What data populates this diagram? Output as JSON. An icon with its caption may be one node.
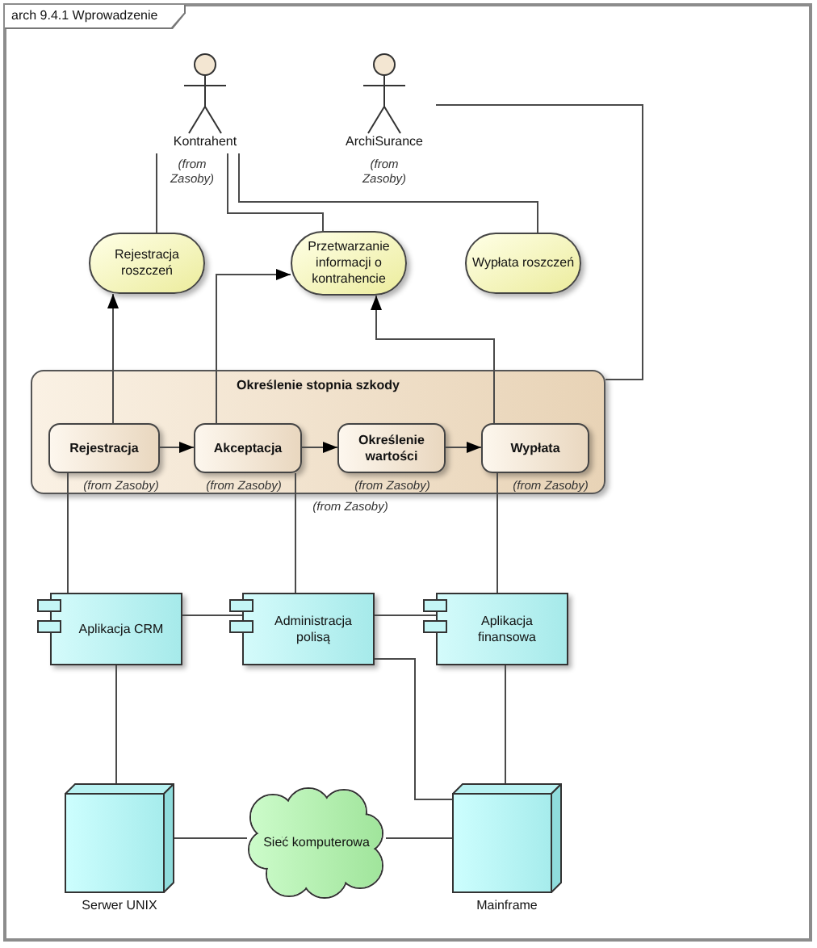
{
  "diagram": {
    "title": "arch 9.4.1 Wprowadzenie",
    "nodes": [
      {
        "text": [
          "Kontrahent"
        ],
        "beside": [
          "(from Zasoby)"
        ]
      },
      {
        "text": [
          "ArchiSurance"
        ],
        "beside": [
          "(from Zasoby)"
        ]
      },
      {
        "text": [
          "Rejestracja roszczeń"
        ]
      },
      {
        "text": [
          "Przetwarzanie informacji o kontrahencie"
        ]
      },
      {
        "text": [
          "Wypłata roszczeń"
        ]
      },
      {
        "text": [
          "Określenie stopnia szkody"
        ],
        "beside": [
          "(from Zasoby)"
        ]
      },
      {
        "text": [
          "Rejestracja"
        ],
        "in": 5,
        "beside": [
          "(from Zasoby)"
        ]
      },
      {
        "text": [
          "Akceptacja"
        ],
        "in": 5,
        "beside": [
          "(from Zasoby)"
        ]
      },
      {
        "text": [
          "Określenie wartości"
        ],
        "in": 5,
        "beside": [
          "(from Zasoby)"
        ]
      },
      {
        "text": [
          "Wypłata"
        ],
        "in": 5,
        "beside": [
          "(from Zasoby)"
        ]
      },
      {
        "text": [
          "Aplikacja CRM"
        ]
      },
      {
        "text": [
          "Administracja polisą"
        ]
      },
      {
        "text": [
          "Aplikacja finansowa"
        ]
      },
      {
        "text": [
          "Serwer UNIX"
        ]
      },
      {
        "text": [
          "Sieć komputerowa"
        ]
      },
      {
        "text": [
          "Mainframe"
        ]
      }
    ],
    "edges": [
      {
        "from": 0,
        "to": 2,
        "arrow": "none"
      },
      {
        "from": 0,
        "to": 3,
        "arrow": "none"
      },
      {
        "from": 0,
        "to": 4,
        "arrow": "none"
      },
      {
        "from": 1,
        "to": 5,
        "arrow": "none"
      },
      {
        "from": 6,
        "to": 2,
        "arrow": "to"
      },
      {
        "from": 7,
        "to": 3,
        "arrow": "to"
      },
      {
        "from": 9,
        "to": 3,
        "arrow": "to"
      },
      {
        "from": 6,
        "to": 7,
        "arrow": "to"
      },
      {
        "from": 7,
        "to": 8,
        "arrow": "to"
      },
      {
        "from": 8,
        "to": 9,
        "arrow": "to"
      },
      {
        "from": 6,
        "to": 10,
        "arrow": "none"
      },
      {
        "from": 7,
        "to": 11,
        "arrow": "none"
      },
      {
        "from": 9,
        "to": 12,
        "arrow": "none"
      },
      {
        "from": 10,
        "to": 11,
        "arrow": "none"
      },
      {
        "from": 11,
        "to": 12,
        "arrow": "none"
      },
      {
        "from": 10,
        "to": 13,
        "arrow": "none"
      },
      {
        "from": 11,
        "to": 15,
        "arrow": "none"
      },
      {
        "from": 12,
        "to": 15,
        "arrow": "none"
      },
      {
        "from": 13,
        "to": 14,
        "arrow": "none"
      },
      {
        "from": 14,
        "to": 15,
        "arrow": "none"
      }
    ]
  }
}
